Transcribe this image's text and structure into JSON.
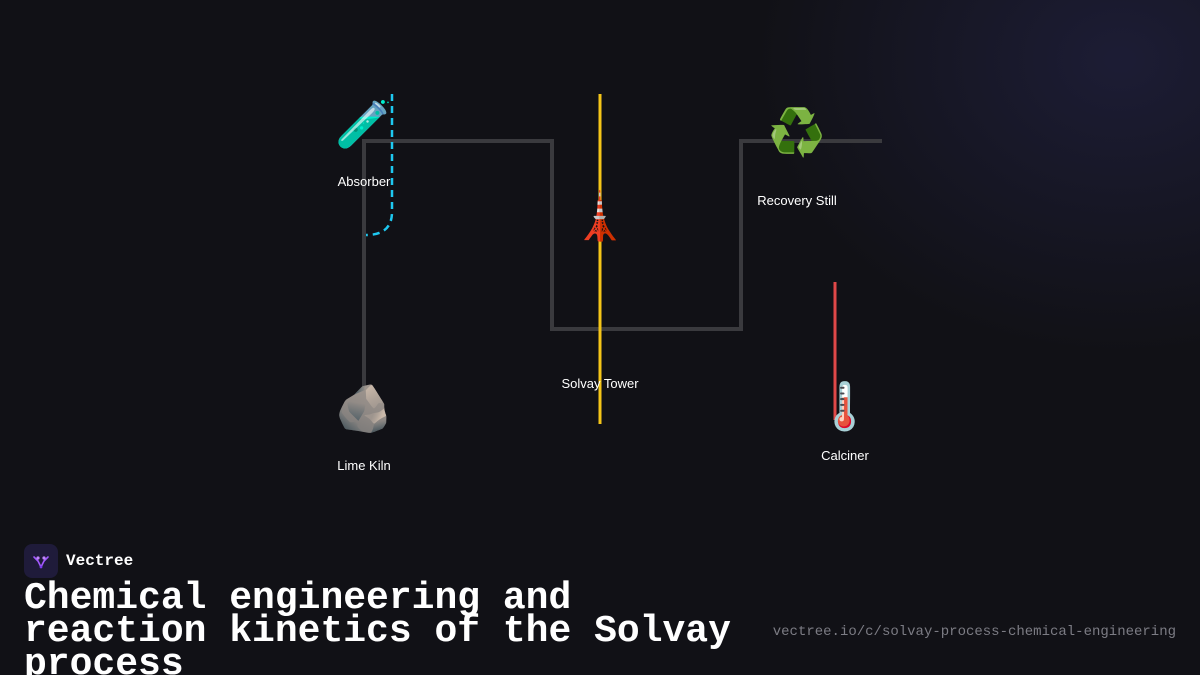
{
  "brand": {
    "name": "Vectree",
    "logo_icon": "vectree-logo-icon",
    "logo_bg": "#1f1b3a",
    "logo_color": "#a259ff"
  },
  "title": "Chemical engineering and reaction kinetics of the Solvay process",
  "url": "vectree.io/c/solvay-process-chemical-engineering",
  "diagram": {
    "nodes": [
      {
        "id": "absorber",
        "label": "Absorber",
        "emoji": "🧪",
        "icon": "test-tube-icon"
      },
      {
        "id": "solvay_tower",
        "label": "Solvay Tower",
        "emoji": "🗼",
        "icon": "tower-icon"
      },
      {
        "id": "recovery_still",
        "label": "Recovery Still",
        "emoji": "♻️",
        "icon": "recycle-icon"
      },
      {
        "id": "lime_kiln",
        "label": "Lime Kiln",
        "emoji": "🪨",
        "icon": "rock-icon"
      },
      {
        "id": "calciner",
        "label": "Calciner",
        "emoji": "🌡️",
        "icon": "thermometer-icon"
      }
    ],
    "colors": {
      "main_line": "#3a3a3e",
      "absorber_dashed": "#1ec8f0",
      "tower_line": "#f5c518",
      "calciner_line": "#e04848"
    }
  }
}
